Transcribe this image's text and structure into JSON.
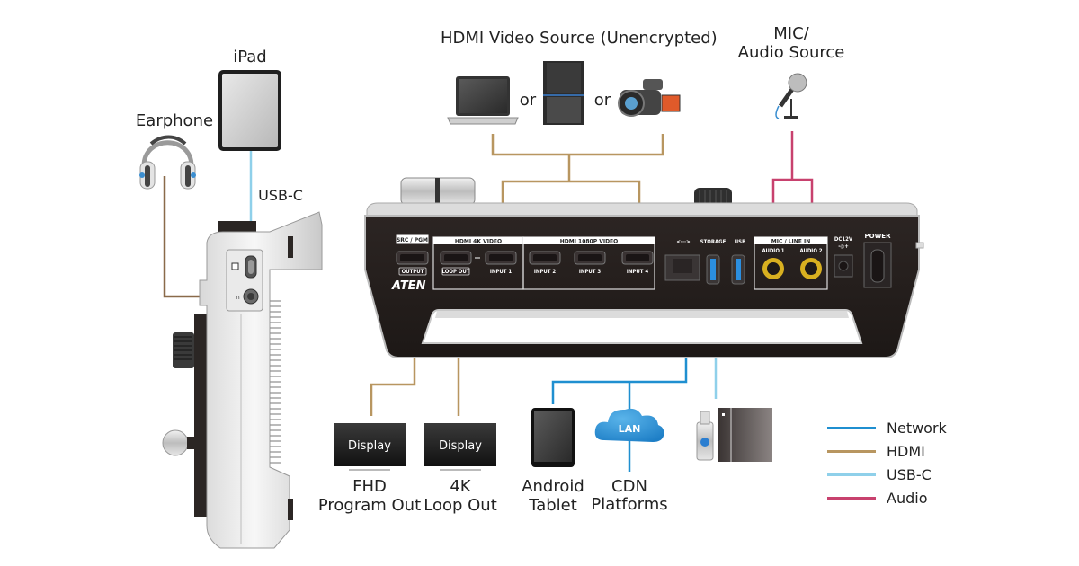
{
  "diagram": {
    "brand": "ATEN",
    "sources": {
      "hdmi_title": "HDMI Video Source (Unencrypted)",
      "or_1": "or",
      "or_2": "or",
      "mic_title_line1": "MIC/",
      "mic_title_line2": "Audio Source"
    },
    "side_devices": {
      "ipad": "iPad",
      "earphone": "Earphone",
      "usbc_label": "USB-C"
    },
    "panel": {
      "src_pgm": "SRC / PGM",
      "output": "OUTPUT",
      "hdmi_4k": "HDMI 4K VIDEO",
      "loop_out": "LOOP OUT",
      "input1": "INPUT 1",
      "hdmi_1080p": "HDMI 1080P VIDEO",
      "input2": "INPUT 2",
      "input3": "INPUT 3",
      "input4": "INPUT 4",
      "lan_symbol": "<···>",
      "storage": "STORAGE",
      "usb": "USB",
      "mic_line_in": "MIC / LINE IN",
      "audio1": "AUDIO 1",
      "audio2": "AUDIO 2",
      "dc12v": "DC12V",
      "power": "POWER"
    },
    "outputs": {
      "display_1": "Display",
      "display_2": "Display",
      "fhd_line1": "FHD",
      "fhd_line2": "Program Out",
      "k4_line1": "4K",
      "k4_line2": "Loop Out",
      "android_line1": "Android",
      "android_line2": "Tablet",
      "lan_cloud": "LAN",
      "cdn_line1": "CDN",
      "cdn_line2": "Platforms"
    },
    "legend": [
      {
        "label": "Network",
        "color": "#1f8fd0"
      },
      {
        "label": "HDMI",
        "color": "#b89660"
      },
      {
        "label": "USB-C",
        "color": "#8fd0ea"
      },
      {
        "label": "Audio",
        "color": "#c8416e"
      }
    ],
    "colors": {
      "network": "#1f8fd0",
      "hdmi": "#b89660",
      "usbc": "#8fd0ea",
      "audio": "#c8416e",
      "earphone_cable": "#8a6a4a"
    }
  }
}
